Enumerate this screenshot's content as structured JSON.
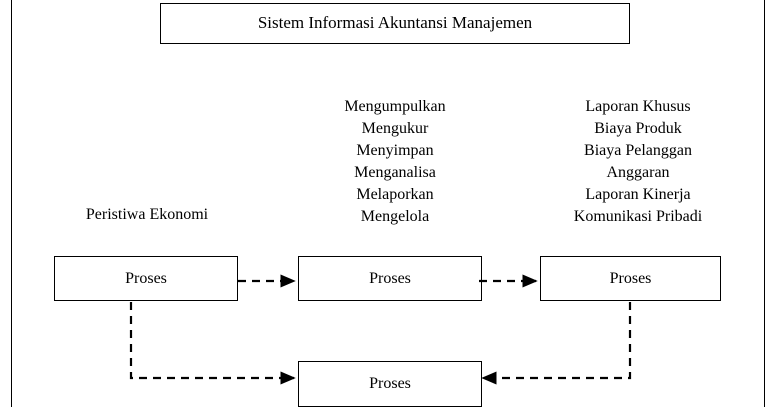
{
  "diagram": {
    "title_box": {
      "label": "Sistem Informasi Akuntansi Manajemen"
    },
    "left_label": "Peristiwa Ekonomi",
    "activities_column": {
      "items": [
        "Mengumpulkan",
        "Mengukur",
        "Menyimpan",
        "Menganalisa",
        "Melaporkan",
        "Mengelola"
      ]
    },
    "outputs_column": {
      "items": [
        "Laporan Khusus",
        "Biaya Produk",
        "Biaya Pelanggan",
        "Anggaran",
        "Laporan Kinerja",
        "Komunikasi Pribadi"
      ]
    },
    "process_boxes": [
      {
        "label": "Proses"
      },
      {
        "label": "Proses"
      },
      {
        "label": "Proses"
      },
      {
        "label": "Proses"
      }
    ],
    "colors": {
      "stroke": "#000000",
      "background": "#ffffff",
      "text": "#000000"
    }
  }
}
